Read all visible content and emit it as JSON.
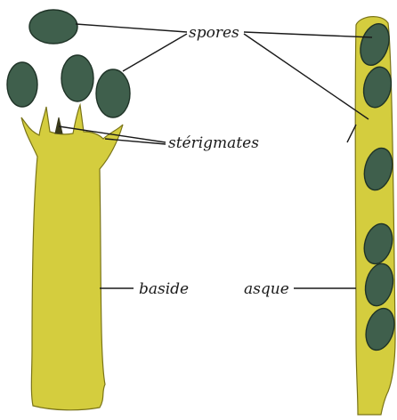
{
  "diagram": {
    "labels": {
      "spores": "spores",
      "sterigmates": "stérigmates",
      "baside": "baside",
      "asque": "asque"
    },
    "colors": {
      "background": "#ffffff",
      "cell_fill": "#d4cd3e",
      "cell_outline": "#7a7418",
      "spore_fill": "#3f5f4c",
      "spore_outline": "#1f3327",
      "text": "#1a1a1a"
    }
  }
}
